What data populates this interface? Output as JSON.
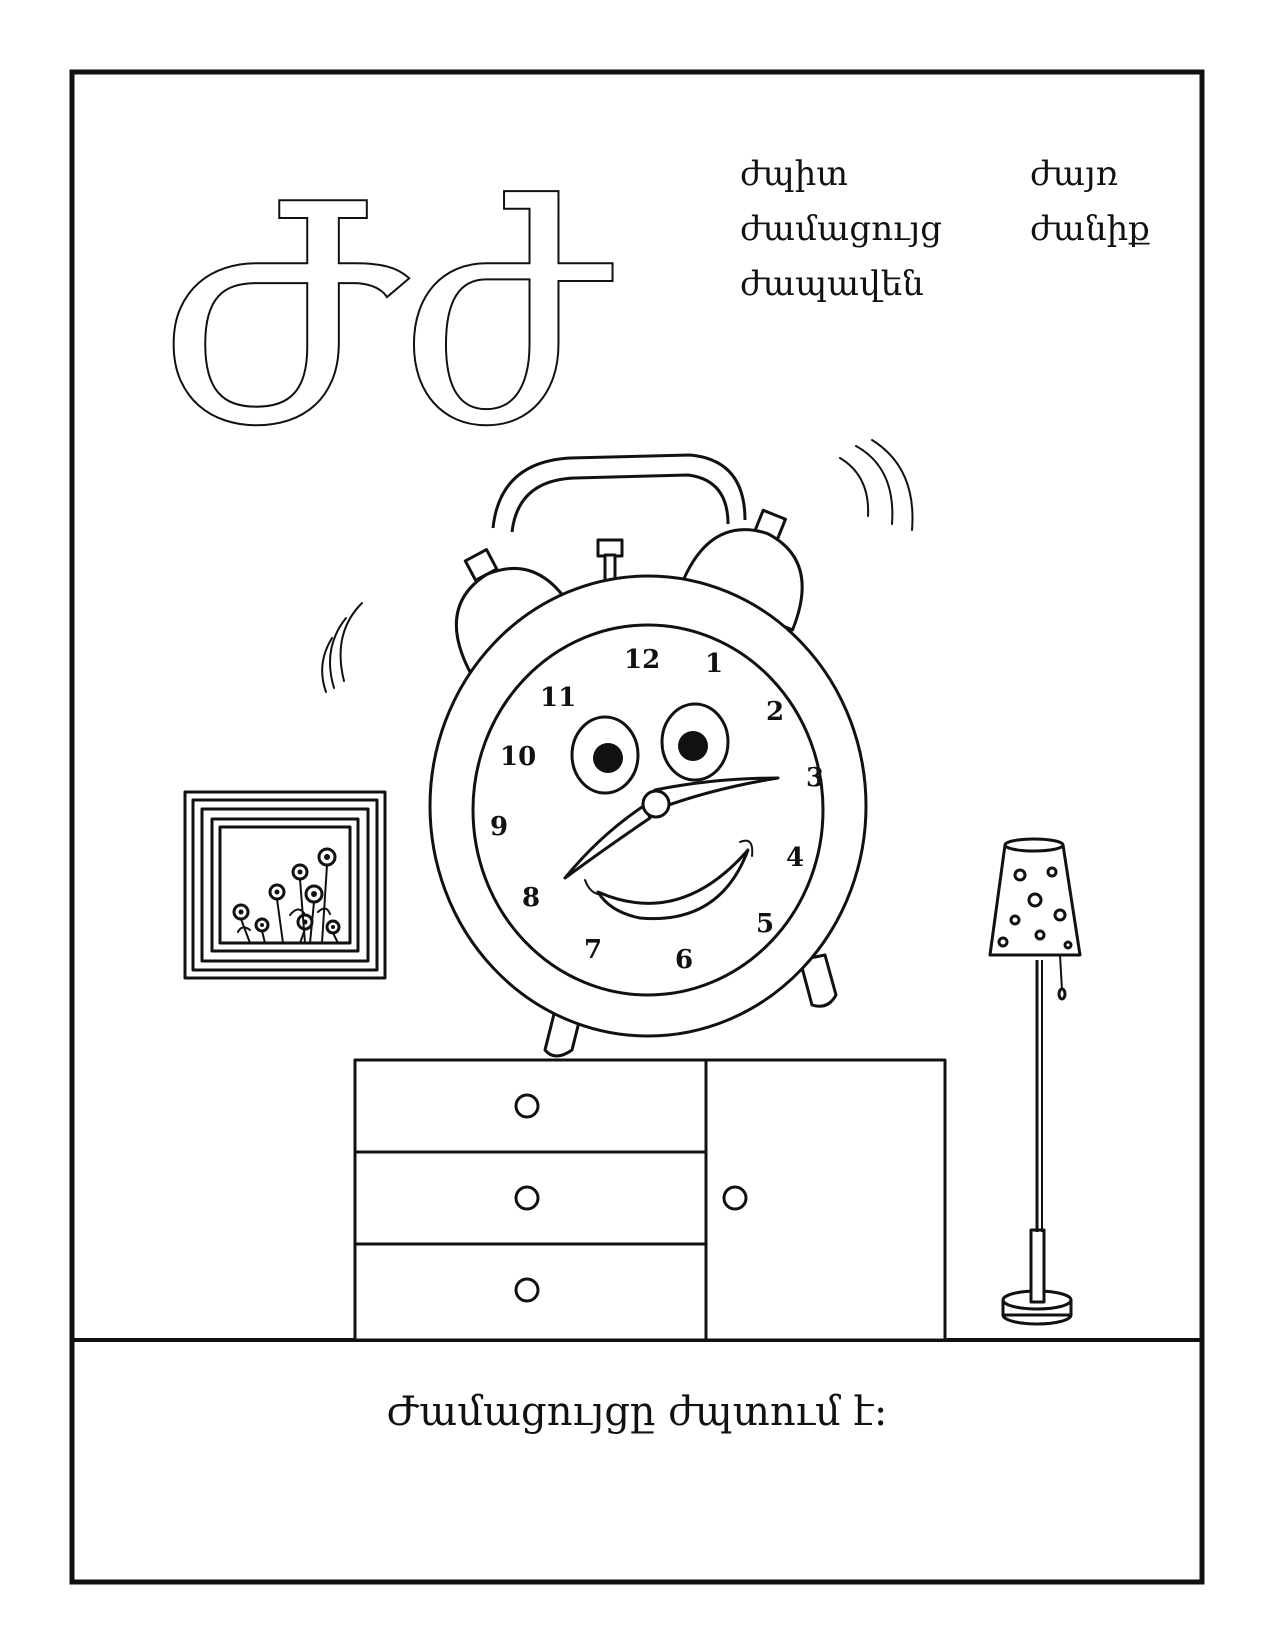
{
  "letter": {
    "uppercase": "Ժ",
    "lowercase": "ժ"
  },
  "words": [
    "ժպիտ",
    "ժայռ",
    "ժամացույց",
    "ժանիք",
    "ժապավեն"
  ],
  "sentence": "Ժամացույցը ժպտում է:",
  "clock_numbers": [
    "12",
    "1",
    "2",
    "3",
    "4",
    "5",
    "6",
    "7",
    "8",
    "9",
    "10",
    "11"
  ]
}
